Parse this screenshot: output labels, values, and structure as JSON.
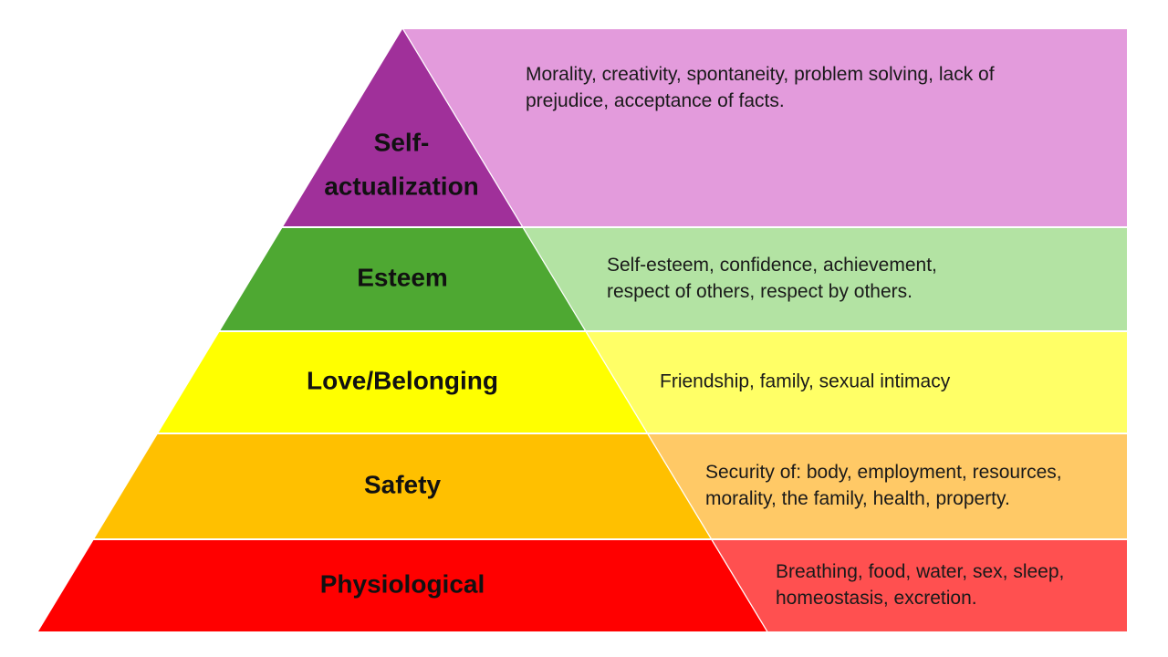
{
  "diagram": {
    "tiers": [
      {
        "id": "self-actualization",
        "label_lines": [
          "Self-",
          "actualization"
        ],
        "description_lines": [
          "Morality, creativity, spontaneity, problem solving, lack of",
          "prejudice, acceptance of facts."
        ],
        "triangle_color": "#a0309a",
        "box_color": "#e39bdc"
      },
      {
        "id": "esteem",
        "label_lines": [
          "Esteem"
        ],
        "description_lines": [
          "Self-esteem, confidence, achievement,",
          "respect of others, respect by others."
        ],
        "triangle_color": "#4ea832",
        "box_color": "#b3e3a3"
      },
      {
        "id": "love-belonging",
        "label_lines": [
          "Love/Belonging"
        ],
        "description_lines": [
          "Friendship, family, sexual intimacy"
        ],
        "triangle_color": "#ffff00",
        "box_color": "#ffff66"
      },
      {
        "id": "safety",
        "label_lines": [
          "Safety"
        ],
        "description_lines": [
          "Security of: body, employment, resources,",
          "morality, the family, health, property."
        ],
        "triangle_color": "#ffc000",
        "box_color": "#ffc966"
      },
      {
        "id": "physiological",
        "label_lines": [
          "Physiological"
        ],
        "description_lines": [
          "Breathing, food, water, sex, sleep,",
          "homeostasis, excretion."
        ],
        "triangle_color": "#ff0000",
        "box_color": "#ff5050"
      }
    ]
  }
}
